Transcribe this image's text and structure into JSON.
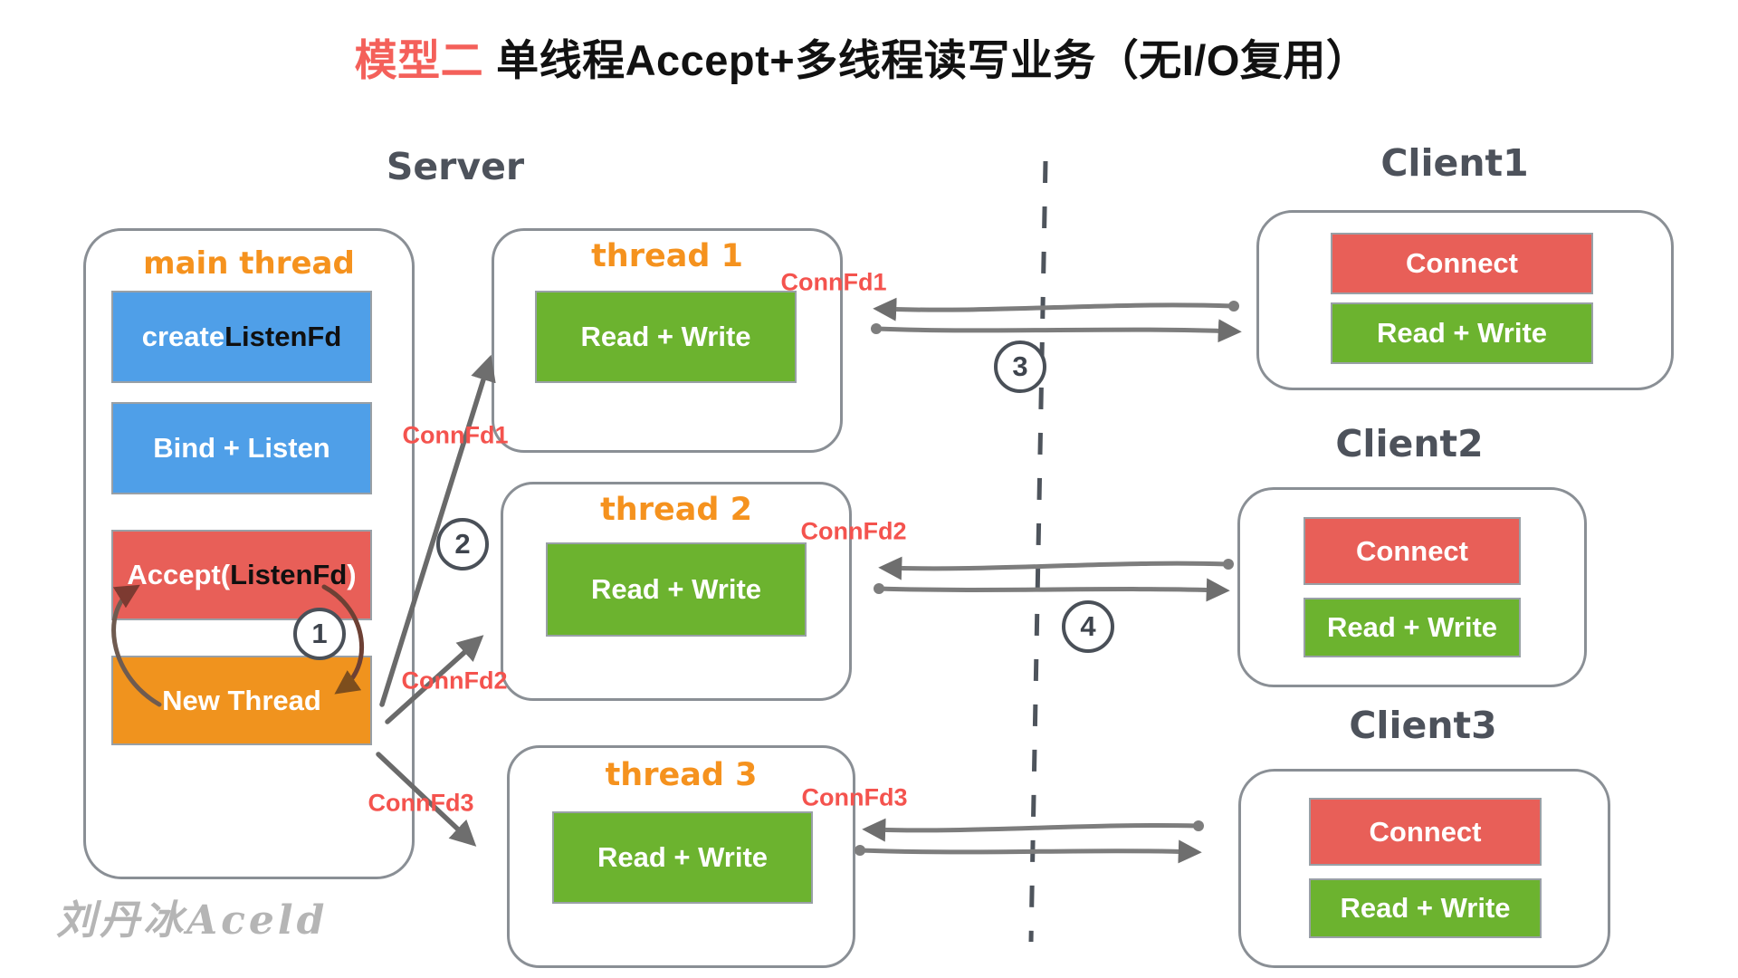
{
  "title": {
    "model": "模型二",
    "rest": "单线程Accept+多线程读写业务（无I/O复用）"
  },
  "watermark": "刘丹冰Aceld",
  "server": {
    "heading": "Server",
    "main_thread": {
      "title": "main thread",
      "create_prefix": "create ",
      "create_fd": "ListenFd",
      "bind": "Bind + Listen",
      "accept_prefix": "Accept(",
      "accept_fd": "ListenFd",
      "accept_suffix": ")",
      "new_thread": "New Thread"
    },
    "threads": [
      {
        "title": "thread 1",
        "body": "Read + Write"
      },
      {
        "title": "thread 2",
        "body": "Read + Write"
      },
      {
        "title": "thread 3",
        "body": "Read + Write"
      }
    ]
  },
  "clients": [
    {
      "heading": "Client1",
      "connect": "Connect",
      "read_write": "Read + Write"
    },
    {
      "heading": "Client2",
      "connect": "Connect",
      "read_write": "Read + Write"
    },
    {
      "heading": "Client3",
      "connect": "Connect",
      "read_write": "Read + Write"
    }
  ],
  "conn_fds": [
    "ConnFd1",
    "ConnFd2",
    "ConnFd3"
  ],
  "step_badges": [
    "1",
    "2",
    "3",
    "4"
  ],
  "colors": {
    "blue": "#4f9fe8",
    "red": "#e85f58",
    "orange": "#f0931e",
    "green": "#6cb32f",
    "conn_label_red": "#f4534e",
    "heading_gray": "#4d525b",
    "thread_title_orange": "#f5921e",
    "title_badge_red": "#f4605a",
    "arrow_gray": "#6e6e6e"
  }
}
